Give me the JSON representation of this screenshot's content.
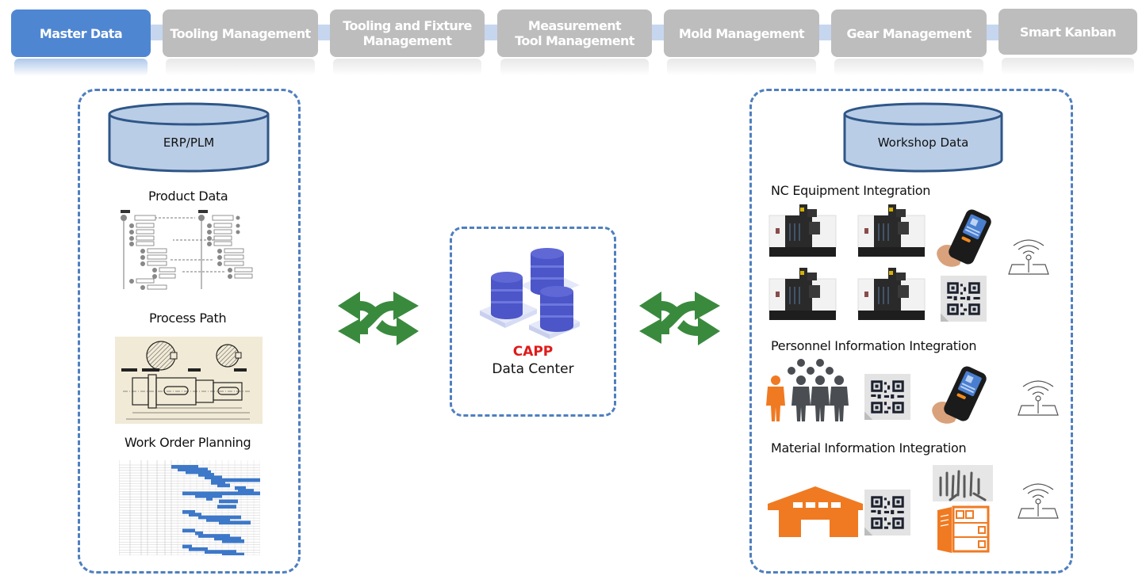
{
  "nav": {
    "tabs": [
      {
        "label": "Master Data",
        "active": true
      },
      {
        "label": "Tooling Management",
        "active": false
      },
      {
        "label": "Tooling and Fixture Management",
        "active": false
      },
      {
        "label": "Measurement Tool Management",
        "active": false
      },
      {
        "label": "Mold Management",
        "active": false
      },
      {
        "label": "Gear Management",
        "active": false
      },
      {
        "label": "Smart Kanban",
        "active": false
      }
    ]
  },
  "left_panel": {
    "source_label": "ERP/PLM",
    "sections": [
      {
        "label": "Product Data",
        "image": "product-structure-tree"
      },
      {
        "label": "Process Path",
        "image": "shaft-engineering-drawing"
      },
      {
        "label": "Work Order Planning",
        "image": "gantt-schedule-table"
      }
    ]
  },
  "center_panel": {
    "title": "CAPP",
    "subtitle": "Data Center",
    "icon": "database-cluster-icon",
    "title_color": "#e01a1a"
  },
  "connectors": {
    "icon": "bidirectional-exchange-arrows-icon",
    "color": "#3a8a3e"
  },
  "right_panel": {
    "source_label": "Workshop Data",
    "sections": [
      {
        "label": "NC Equipment Integration",
        "items": [
          "cnc-machine",
          "cnc-machine",
          "cnc-machine",
          "cnc-machine",
          "handheld-scanner",
          "qr-code",
          "wireless-reader"
        ]
      },
      {
        "label": "Personnel Information Integration",
        "items": [
          "personnel-group",
          "qr-code",
          "handheld-scanner",
          "wireless-reader"
        ]
      },
      {
        "label": "Material Information Integration",
        "items": [
          "warehouse",
          "qr-code",
          "tool-bits",
          "storage-cabinet",
          "wireless-reader"
        ]
      }
    ]
  },
  "colors": {
    "active_tab": "#4f86d2",
    "inactive_tab": "#bdbdbd",
    "panel_border": "#4f7fbf",
    "cylinder_fill": "#b9cde6",
    "cylinder_stroke": "#2f5688",
    "accent_orange": "#f07a22",
    "db_purple": "#4c56c8"
  }
}
